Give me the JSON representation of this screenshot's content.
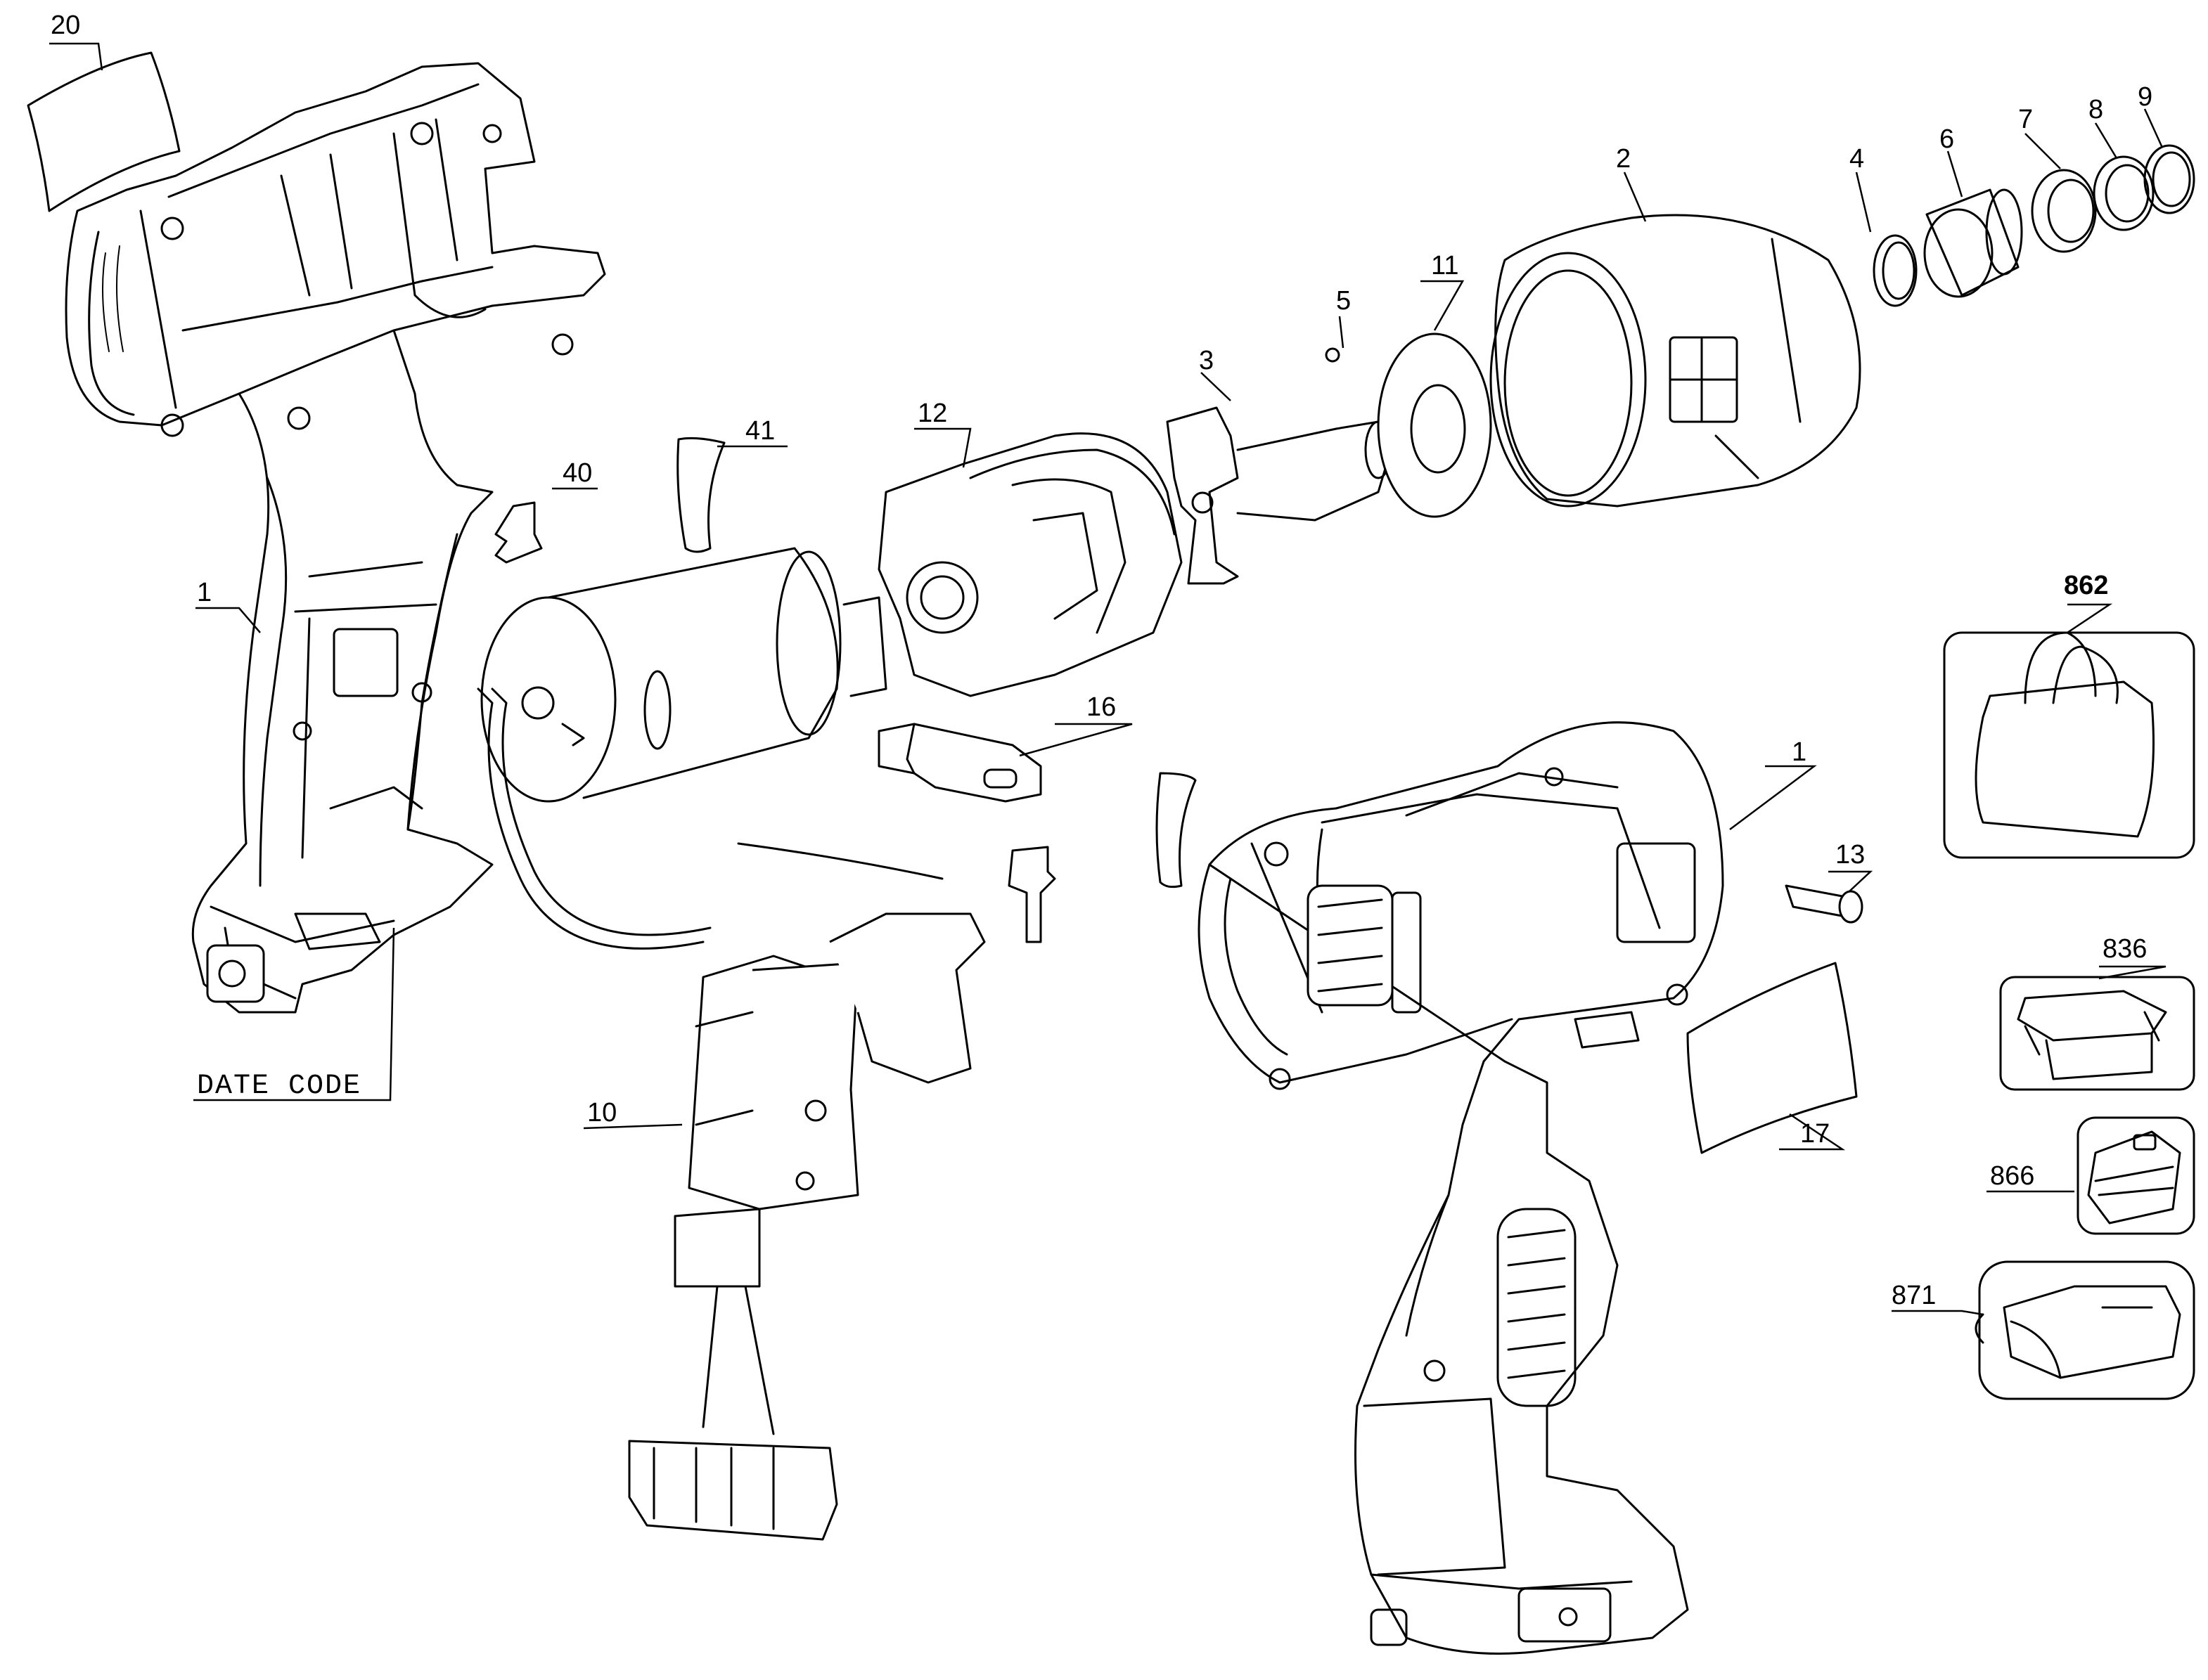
{
  "labels": {
    "p20": "20",
    "p1_left": "1",
    "p40": "40",
    "p41": "41",
    "p12": "12",
    "p3": "3",
    "p5": "5",
    "p11": "11",
    "p2": "2",
    "p4": "4",
    "p6": "6",
    "p7": "7",
    "p8": "8",
    "p9": "9",
    "p16": "16",
    "p10": "10",
    "p1_right": "1",
    "p13": "13",
    "p17": "17",
    "p862": "862",
    "p836": "836",
    "p866": "866",
    "p871": "871",
    "date_code": "DATE CODE"
  }
}
